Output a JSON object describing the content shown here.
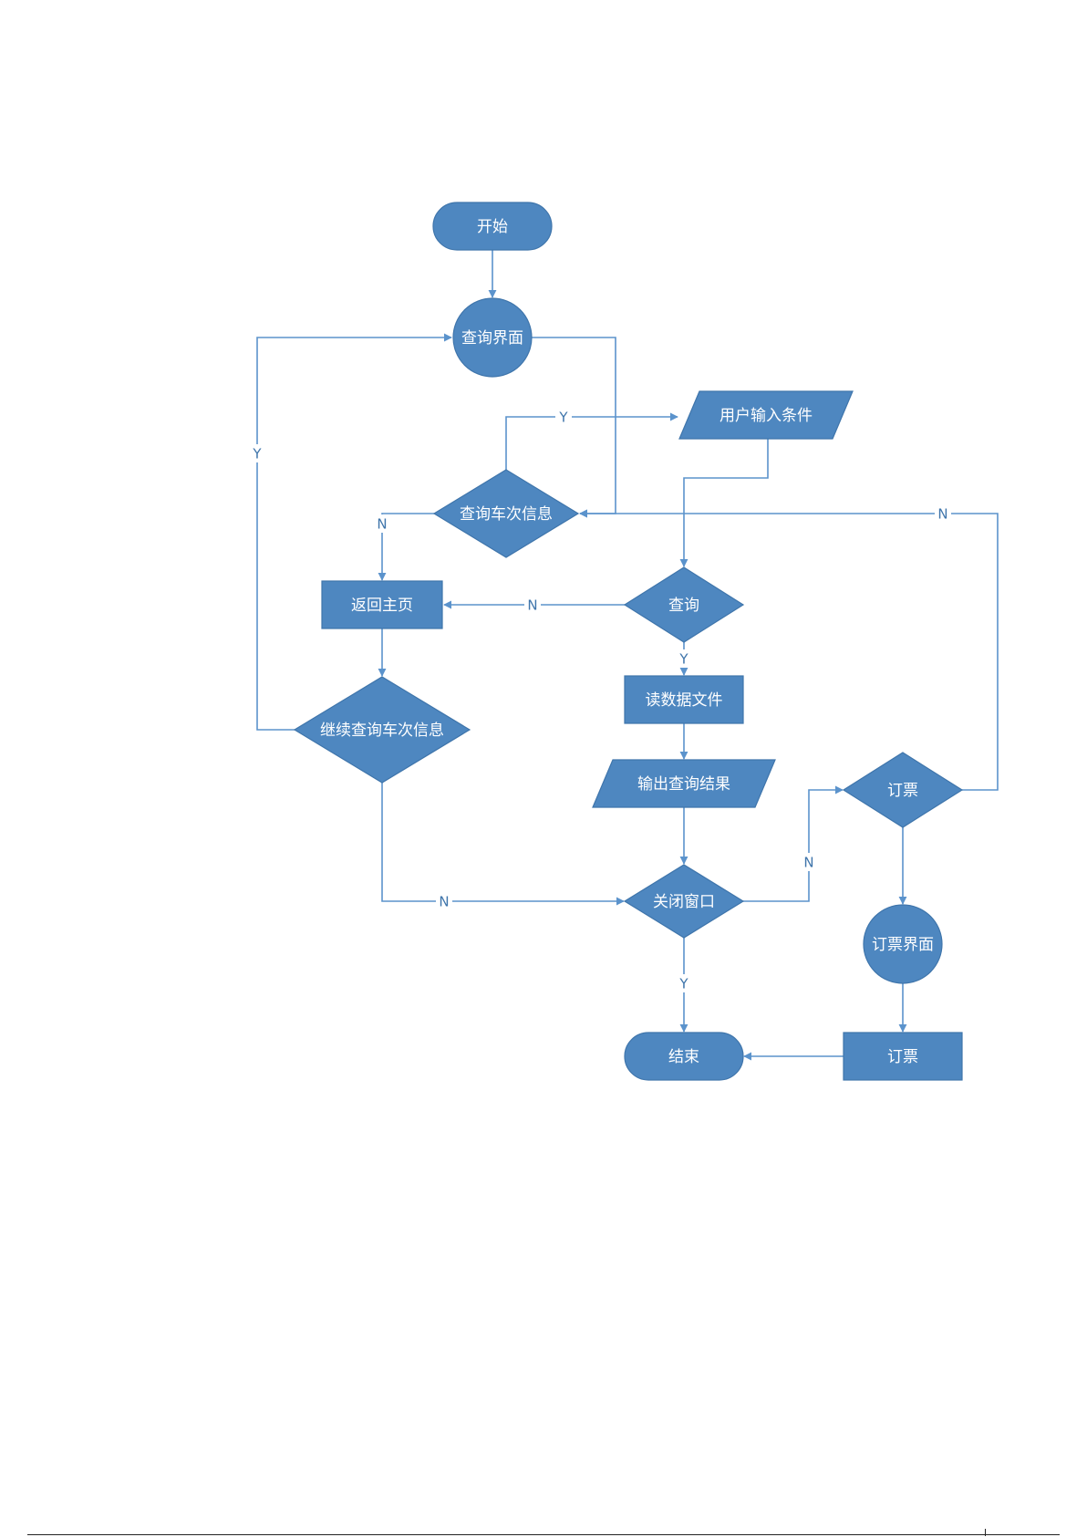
{
  "diagram": {
    "colors": {
      "node_fill": "#4e87c0",
      "node_stroke": "#3f75ab",
      "connector": "#5b93cc",
      "label": "#3f75ab",
      "text": "#ffffff"
    },
    "nodes": [
      {
        "id": "start",
        "label": "开始",
        "shape": "terminal"
      },
      {
        "id": "query_ui",
        "label": "查询界面",
        "shape": "circle"
      },
      {
        "id": "user_input",
        "label": "用户输入条件",
        "shape": "parallelogram"
      },
      {
        "id": "query_train",
        "label": "查询车次信息",
        "shape": "diamond"
      },
      {
        "id": "back_home",
        "label": "返回主页",
        "shape": "rect"
      },
      {
        "id": "query",
        "label": "查询",
        "shape": "diamond"
      },
      {
        "id": "read_file",
        "label": "读数据文件",
        "shape": "rect"
      },
      {
        "id": "continue_query",
        "label": "继续查询车次信息",
        "shape": "diamond"
      },
      {
        "id": "output_result",
        "label": "输出查询结果",
        "shape": "parallelogram"
      },
      {
        "id": "book_decision",
        "label": "订票",
        "shape": "diamond"
      },
      {
        "id": "close_window",
        "label": "关闭窗口",
        "shape": "diamond"
      },
      {
        "id": "book_ui",
        "label": "订票界面",
        "shape": "circle"
      },
      {
        "id": "end",
        "label": "结束",
        "shape": "terminal"
      },
      {
        "id": "book",
        "label": "订票",
        "shape": "rect"
      }
    ],
    "edges": [
      {
        "from": "start",
        "to": "query_ui",
        "label": ""
      },
      {
        "from": "query_ui",
        "to": "query_train",
        "label": ""
      },
      {
        "from": "query_train",
        "to": "user_input",
        "label": "Y"
      },
      {
        "from": "user_input",
        "to": "query",
        "label": ""
      },
      {
        "from": "query_train",
        "to": "back_home",
        "label": "N"
      },
      {
        "from": "query",
        "to": "back_home",
        "label": "N"
      },
      {
        "from": "query",
        "to": "read_file",
        "label": "Y"
      },
      {
        "from": "read_file",
        "to": "output_result",
        "label": ""
      },
      {
        "from": "output_result",
        "to": "close_window",
        "label": ""
      },
      {
        "from": "back_home",
        "to": "continue_query",
        "label": ""
      },
      {
        "from": "continue_query",
        "to": "query_ui",
        "label": "Y"
      },
      {
        "from": "continue_query",
        "to": "close_window",
        "label": "N"
      },
      {
        "from": "close_window",
        "to": "end",
        "label": "Y"
      },
      {
        "from": "close_window",
        "to": "book_decision",
        "label": "N"
      },
      {
        "from": "book_decision",
        "to": "query_train",
        "label": "N"
      },
      {
        "from": "book_decision",
        "to": "book_ui",
        "label": ""
      },
      {
        "from": "book_ui",
        "to": "book",
        "label": ""
      },
      {
        "from": "book",
        "to": "end",
        "label": ""
      }
    ]
  }
}
